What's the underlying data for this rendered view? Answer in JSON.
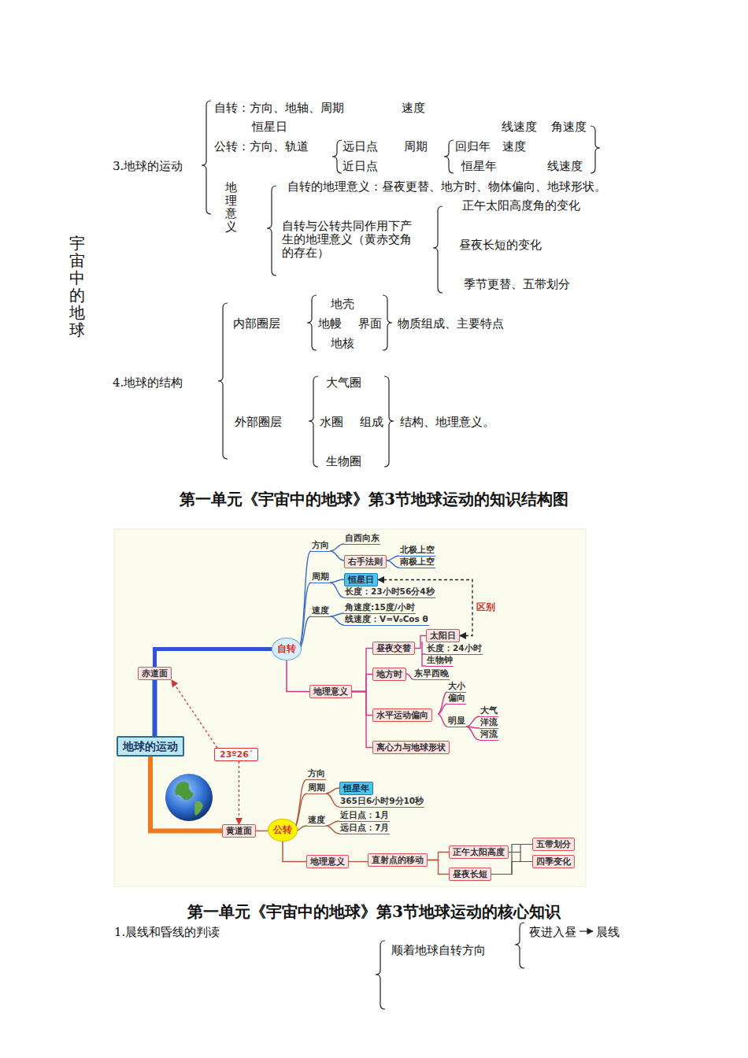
{
  "diagram": {
    "title": "第一单元《宇宙中的地球》第3节地球运动的知识结构图",
    "nodes": [
      {
        "text": [
          "地球的运动"
        ]
      },
      {
        "text": [
          "赤道面"
        ]
      },
      {
        "text": [
          "23º26´"
        ]
      },
      {
        "text": [
          "黄道面"
        ]
      },
      {
        "text": [
          "自转"
        ]
      },
      {
        "text": [
          "右手法则"
        ]
      },
      {
        "text": [
          "恒星日"
        ]
      },
      {
        "text": [
          "太阳日"
        ]
      },
      {
        "text": [
          "地理意义"
        ]
      },
      {
        "text": [
          "昼夜交替"
        ]
      },
      {
        "text": [
          "地方时"
        ]
      },
      {
        "text": [
          "水平运动偏向"
        ]
      },
      {
        "text": [
          "离心力与地球形状"
        ]
      },
      {
        "text": [
          "公转"
        ]
      },
      {
        "text": [
          "恒星年"
        ]
      },
      {
        "text": [
          "地理意义"
        ]
      },
      {
        "text": [
          "直射点的移动"
        ]
      },
      {
        "text": [
          "正午太阳高度"
        ]
      },
      {
        "text": [
          "昼夜长短"
        ]
      },
      {
        "text": [
          "五带划分"
        ]
      },
      {
        "text": [
          "四季变化"
        ]
      }
    ],
    "edges": [
      {
        "from": 0,
        "to": 1,
        "arrow": "none"
      },
      {
        "from": 0,
        "to": 3,
        "arrow": "none"
      },
      {
        "from": 1,
        "to": 4,
        "arrow": "none"
      },
      {
        "from": 3,
        "to": 13,
        "arrow": "none"
      },
      {
        "from": 2,
        "to": 1,
        "arrow": "to"
      },
      {
        "from": 2,
        "to": 3,
        "arrow": "to"
      },
      {
        "from": 6,
        "to": 7,
        "arrow": "both",
        "label": "区别"
      },
      {
        "from": 4,
        "to": 8,
        "arrow": "none"
      },
      {
        "from": 8,
        "to": 9,
        "arrow": "none"
      },
      {
        "from": 8,
        "to": 10,
        "arrow": "none"
      },
      {
        "from": 8,
        "to": 11,
        "arrow": "none"
      },
      {
        "from": 8,
        "to": 12,
        "arrow": "none"
      },
      {
        "from": 9,
        "to": 7,
        "arrow": "none"
      },
      {
        "from": 13,
        "to": 15,
        "arrow": "none"
      },
      {
        "from": 15,
        "to": 16,
        "arrow": "none"
      },
      {
        "from": 16,
        "to": 17,
        "arrow": "none"
      },
      {
        "from": 16,
        "to": 18,
        "arrow": "none"
      },
      {
        "from": 17,
        "to": 19,
        "arrow": "none"
      },
      {
        "from": 17,
        "to": 20,
        "arrow": "none"
      },
      {
        "from": 18,
        "to": 19,
        "arrow": "none"
      },
      {
        "from": 18,
        "to": 20,
        "arrow": "none"
      }
    ],
    "labels": [
      "自转：方向、地轴、周期",
      "速度",
      "恒星日",
      "线速度",
      "角速度",
      "公转：方向、轨道",
      "远日点",
      "周期",
      "回归年",
      "速度",
      "近日点",
      "恒星年",
      "线速度",
      "3.地球的运动",
      "地理意义",
      "自转的地理意义：昼夜更替、地方时、物体偏向、地球形状。",
      "自转与公转共同作用下产生的地理意义（黄赤交角的存在）",
      "正午太阳高度角的变化",
      "昼夜长短的变化",
      "季节更替、五带划分",
      "宇宙中的地球",
      "内部圈层",
      "地壳",
      "地幔",
      "界面",
      "物质组成、主要特点",
      "地核",
      "4.地球的结构",
      "大气圈",
      "外部圈层",
      "水圈",
      "组成",
      "结构、地理意义。",
      "生物圈",
      "方向",
      "自西向东",
      "北极上空",
      "南极上空",
      "周期",
      "长度：23小时56分4秒",
      "速度",
      "角速度:15度/小时",
      "线速度：V=V₀Cos θ",
      "长度：24小时",
      "生物钟",
      "东早西晚",
      "大小",
      "偏向",
      "明显",
      "大气",
      "洋流",
      "河流",
      "方向",
      "周期",
      "365日6小时9分10秒",
      "速度",
      "近日点：1月",
      "远日点：7月",
      "第一单元《宇宙中的地球》第3节地球运动的核心知识",
      "1.晨线和昏线的判读",
      "顺着地球自转方向",
      "夜进入昼",
      "晨线"
    ]
  }
}
